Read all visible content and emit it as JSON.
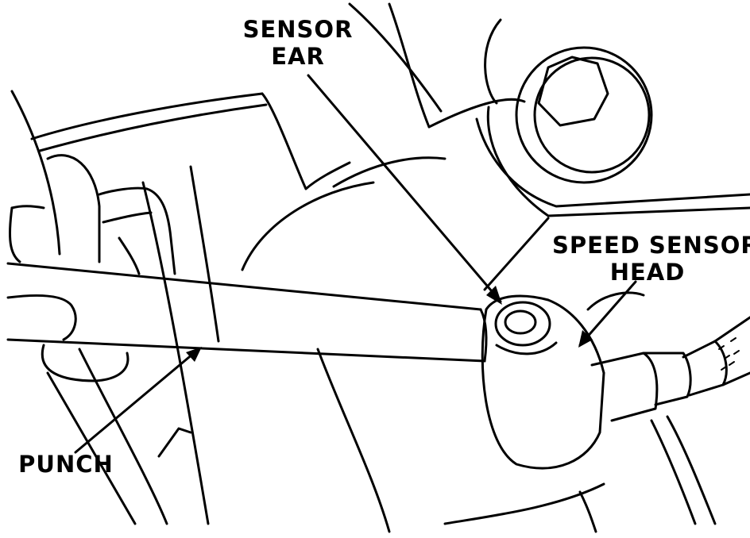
{
  "diagram": {
    "labels": {
      "sensor_ear_line1": "SENSOR",
      "sensor_ear_line2": "EAR",
      "speed_sensor_line1": "SPEED SENSOR",
      "speed_sensor_line2": "HEAD",
      "punch": "PUNCH"
    },
    "colors": {
      "ink": "#000000",
      "paper": "#ffffff"
    }
  }
}
